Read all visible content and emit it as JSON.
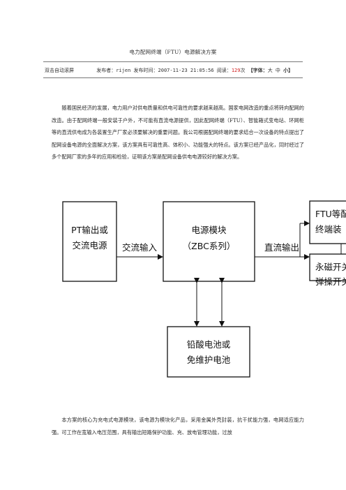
{
  "document": {
    "title": "电力配网终端（FTU）电源解决方案"
  },
  "meta": {
    "scroll_label": "双击自动滚屏",
    "author_label": "发布者：",
    "author": "rijen",
    "time_label": "发布时间：",
    "time": "2007-11-23 21:05:56",
    "reads_label": "阅读：",
    "reads": "129",
    "reads_unit": "次",
    "font_label": "【字体：",
    "font_large": "大",
    "font_medium": "中",
    "font_small": "小】"
  },
  "body": {
    "paragraph1": "随着国民经济的发展，电力用户对供电质量和供电可靠性的要求越来越高。国家电网改造的重点将转向配网的改造。由于配网终端一般安装于户外，不可能有直流电源提供，因此配网终端（FTU）、智能箱式变电站、环网柜等的直流供电成为各装置生产厂家必须要解决的重要问题。我公司根据配网终端的要求结合一次设备的特点提出了配网设备电源的全面解决方案，该方案具有可靠性高、体积小、功能强大的特点。该方案已经产品化，同时经过了多个配网厂家的多年的应用和检验，证明该方案是配网设备供电电源较好的解决方案。",
    "paragraph2": "本方案的核心为充电式电源模块，该电源为模块化产品，采用金属外壳封装，抗干扰能力强，电网适应能力强。可工作在宽输入电压范围，具有输出短路保护功能、充、放电管理功能，过放"
  },
  "diagram": {
    "pt_box_line1": "PT输出或",
    "pt_box_line2": "交流电源",
    "ac_input": "交流输入",
    "power_module": "电源模块",
    "power_module_series": "（ZBC系列）",
    "dc_output": "直流输出",
    "ftu_line1": "FTU等配",
    "ftu_line2": "终端装",
    "magnet_line1": "永磁开关",
    "magnet_line2": "弹操开关",
    "battery_line1": "铅酸电池或",
    "battery_line2": "免维护电池"
  }
}
